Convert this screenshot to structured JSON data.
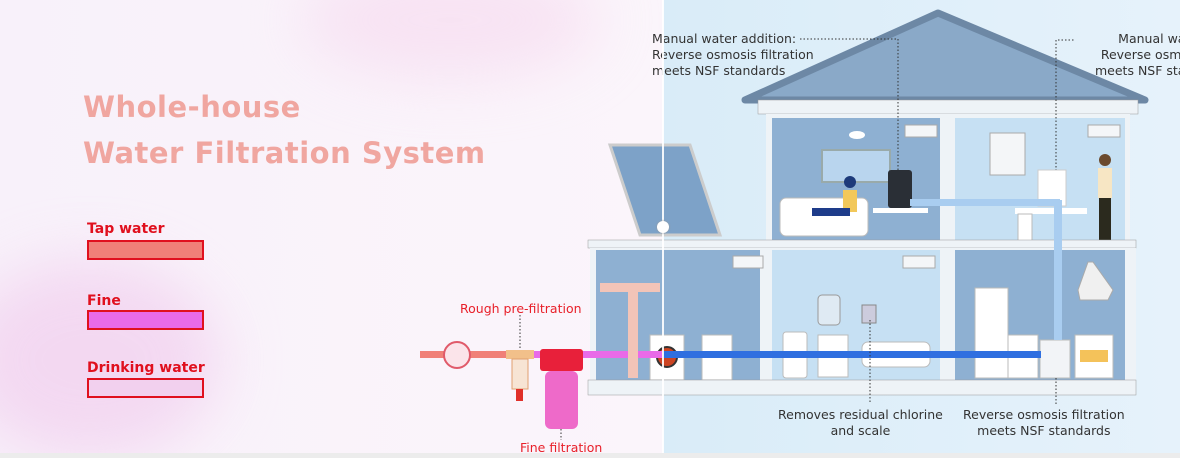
{
  "title": {
    "line1": "Whole-house",
    "line2": "Water Filtration System"
  },
  "legend": [
    {
      "label": "Tap water",
      "color": "#f08078"
    },
    {
      "label": "Fine",
      "color": "#e96ae8"
    },
    {
      "label": "Drinking water",
      "color": "#f2d0ee"
    }
  ],
  "annotations": {
    "top_left": [
      "Manual water addition:",
      "Reverse osmosis filtration",
      "meets NSF standards"
    ],
    "top_right": [
      "Manual water",
      "Reverse osmosis",
      "meets NSF standards"
    ],
    "rough": "Rough pre-filtration",
    "fine": "Fine filtration",
    "chlorine": [
      "Removes residual chlorine",
      "and scale"
    ],
    "ro_bottom": [
      "Reverse osmosis filtration",
      "meets NSF standards"
    ]
  },
  "colors": {
    "pipe_blue": "#2f6fe0",
    "pipe_pink": "#e96ae8",
    "wall": "#8aa9c8",
    "room_light": "#c9e2f4"
  }
}
